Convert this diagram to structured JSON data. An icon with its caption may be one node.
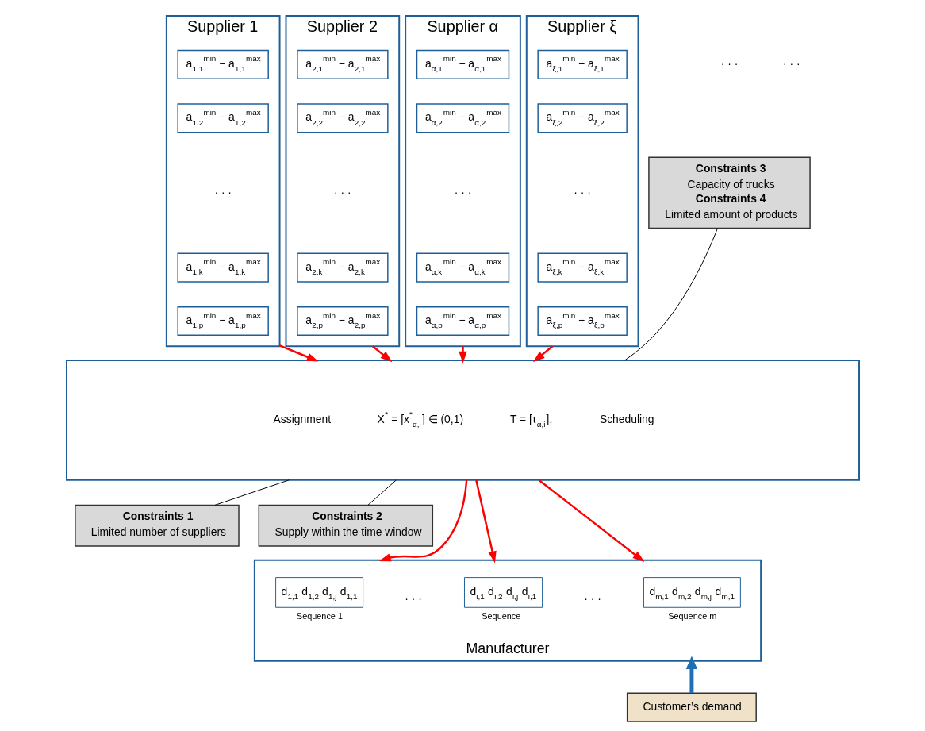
{
  "diagram": {
    "nodes": [
      {
        "text": [
          "Supplier 1"
        ]
      },
      {
        "text": [
          "a$_{1,1}$$^{min}$ − a$_{1,1}$$^{max}$"
        ],
        "in": 0
      },
      {
        "text": [
          "a$_{1,2}$$^{min}$ − a$_{1,2}$$^{max}$"
        ],
        "in": 0
      },
      {
        "text": [
          "a$_{1,k}$$^{min}$ − a$_{1,k}$$^{max}$"
        ],
        "in": 0
      },
      {
        "text": [
          "a$_{1,p}$$^{min}$ − a$_{1,p}$$^{max}$"
        ],
        "in": 0
      },
      {
        "text": [
          "Supplier 2"
        ]
      },
      {
        "text": [
          "a$_{2,1}$$^{min}$ − a$_{2,1}$$^{max}$"
        ],
        "in": 5
      },
      {
        "text": [
          "a$_{2,2}$$^{min}$ − a$_{2,2}$$^{max}$"
        ],
        "in": 5
      },
      {
        "text": [
          "a$_{2,k}$$^{min}$ − a$_{2,k}$$^{max}$"
        ],
        "in": 5
      },
      {
        "text": [
          "a$_{2,p}$$^{min}$ − a$_{2,p}$$^{max}$"
        ],
        "in": 5
      },
      {
        "text": [
          "Supplier α"
        ]
      },
      {
        "text": [
          "a$_{α,1}$$^{min}$ − a$_{α,1}$$^{max}$"
        ],
        "in": 10
      },
      {
        "text": [
          "a$_{α,2}$$^{min}$ − a$_{α,2}$$^{max}$"
        ],
        "in": 10
      },
      {
        "text": [
          "a$_{α,k}$$^{min}$ − a$_{α,k}$$^{max}$"
        ],
        "in": 10
      },
      {
        "text": [
          "a$_{α,p}$$^{min}$ − a$_{α,p}$$^{max}$"
        ],
        "in": 10
      },
      {
        "text": [
          "Supplier ξ"
        ]
      },
      {
        "text": [
          "a$_{ξ,1}$$^{min}$ − a$_{ξ,1}$$^{max}$"
        ],
        "in": 15
      },
      {
        "text": [
          "a$_{ξ,2}$$^{min}$ − a$_{ξ,2}$$^{max}$"
        ],
        "in": 15
      },
      {
        "text": [
          "a$_{ξ,k}$$^{min}$ − a$_{ξ,k}$$^{max}$"
        ],
        "in": 15
      },
      {
        "text": [
          "a$_{ξ,p}$$^{min}$ − a$_{ξ,p}$$^{max}$"
        ],
        "in": 15
      },
      {
        "text": [
          "Constraints 3",
          "Capacity of trucks",
          "Constraints 4",
          "Limited amount of products"
        ]
      },
      {
        "text": [
          "Assignment",
          "X$^{*}$ = [x$^{*}$$_{α,i}$] ∈ (0,1)",
          "T = [τ$_{α,i}$],",
          "Scheduling"
        ]
      },
      {
        "text": [
          "Constraints 1",
          "Limited number of suppliers"
        ]
      },
      {
        "text": [
          "Constraints 2",
          "Supply within the time window"
        ]
      },
      {
        "text": [
          "Manufacturer"
        ]
      },
      {
        "text": [
          "d$_{1,1}$ d$_{1,2}$ d$_{1,j}$ d$_{1,1}$"
        ],
        "beside": [
          "Sequence 1"
        ],
        "in": 24
      },
      {
        "text": [
          "d$_{i,1}$ d$_{i,2}$ d$_{i,j}$ d$_{i,1}$"
        ],
        "beside": [
          "Sequence i"
        ],
        "in": 24
      },
      {
        "text": [
          "d$_{m,1}$ d$_{m,2}$ d$_{m,j}$ d$_{m,1}$"
        ],
        "beside": [
          "Sequence m"
        ],
        "in": 24
      },
      {
        "text": [
          "Customer’s demand"
        ]
      }
    ],
    "edges": [
      {
        "from": 0,
        "to": 21,
        "arrow": "to"
      },
      {
        "from": 5,
        "to": 21,
        "arrow": "to"
      },
      {
        "from": 10,
        "to": 21,
        "arrow": "to"
      },
      {
        "from": 15,
        "to": 21,
        "arrow": "to"
      },
      {
        "from": 20,
        "to": 21,
        "arrow": "none",
        "color": "#000000"
      },
      {
        "from": 21,
        "to": 24,
        "arrow": "to"
      },
      {
        "from": 22,
        "to": 21,
        "arrow": "none",
        "color": "#000000"
      },
      {
        "from": 21,
        "to": 24,
        "arrow": "to"
      },
      {
        "from": 23,
        "to": 21,
        "arrow": "none",
        "color": "#000000"
      },
      {
        "from": 21,
        "to": 24,
        "arrow": "to"
      },
      {
        "from": 28,
        "to": 24,
        "arrow": "to",
        "style": "thick",
        "color": "#1f6fb5"
      }
    ],
    "labels": [
      "· · ·",
      "· · ·",
      "· · ·",
      "· · ·",
      "· · ·",
      "· · ·",
      "· · ·",
      "· · ·"
    ]
  }
}
